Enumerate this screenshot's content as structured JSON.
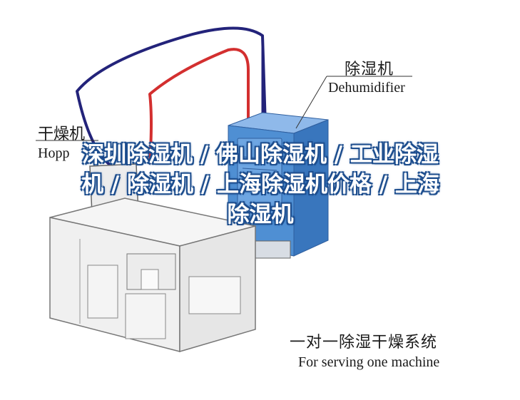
{
  "labels": {
    "dehumidifier_cn": "除湿机",
    "dehumidifier_en": "Dehumidifier",
    "hopper_dryer_cn": "干燥机",
    "hopper_dryer_en": "Hopp",
    "system_cn": "一对一除湿干燥系统",
    "system_en": "For serving one machine"
  },
  "overlay_title": "深圳除湿机 / 佛山除湿机 / 工业除湿机 / 除湿机 / 上海除湿机价格 / 上海除湿机",
  "colors": {
    "dehumidifier_body": "#4f8fd3",
    "pipe_red": "#d32f2f",
    "pipe_blue": "#23237a",
    "overlay_text": "#ffffff",
    "overlay_outline": "#1f4f8f",
    "machine_line": "#666666"
  }
}
